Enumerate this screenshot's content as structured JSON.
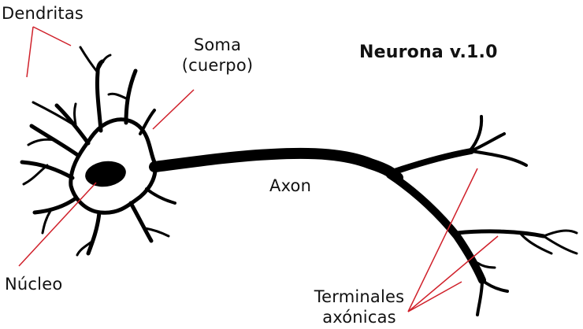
{
  "title": "Neurona v.1.0",
  "labels": {
    "dendritas": "Dendritas",
    "soma_line1": "Soma",
    "soma_line2": "(cuerpo)",
    "axon": "Axon",
    "nucleo": "Núcleo",
    "terminales_line1": "Terminales",
    "terminales_line2": "axónicas"
  },
  "colors": {
    "neuron": "#000000",
    "pointer": "#d0202a",
    "text": "#111111"
  }
}
